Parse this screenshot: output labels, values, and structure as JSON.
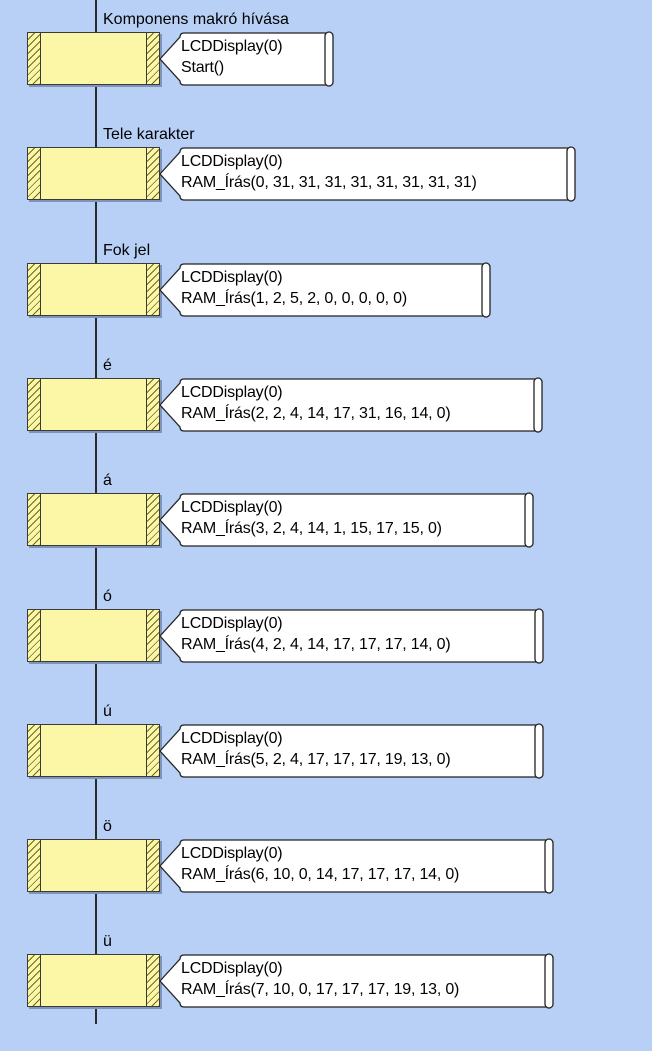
{
  "steps": [
    {
      "label": "Komponens makró hívása",
      "line1": "LCDDisplay(0)",
      "line2": "Start()"
    },
    {
      "label": "Tele karakter",
      "line1": "LCDDisplay(0)",
      "line2": "RAM_Írás(0, 31, 31, 31, 31, 31, 31, 31, 31)"
    },
    {
      "label": "Fok jel",
      "line1": "LCDDisplay(0)",
      "line2": "RAM_Írás(1, 2, 5, 2, 0, 0, 0, 0, 0)"
    },
    {
      "label": "é",
      "line1": "LCDDisplay(0)",
      "line2": "RAM_Írás(2, 2, 4, 14, 17, 31, 16, 14, 0)"
    },
    {
      "label": "á",
      "line1": "LCDDisplay(0)",
      "line2": "RAM_Írás(3, 2, 4, 14, 1, 15, 17, 15, 0)"
    },
    {
      "label": "ó",
      "line1": "LCDDisplay(0)",
      "line2": "RAM_Írás(4, 2, 4, 14, 17, 17, 17, 14, 0)"
    },
    {
      "label": "ú",
      "line1": "LCDDisplay(0)",
      "line2": "RAM_Írás(5, 2, 4, 17, 17, 17, 19, 13, 0)"
    },
    {
      "label": "ö",
      "line1": "LCDDisplay(0)",
      "line2": "RAM_Írás(6, 10, 0, 14, 17, 17, 17, 14, 0)"
    },
    {
      "label": "ü",
      "line1": "LCDDisplay(0)",
      "line2": "RAM_Írás(7, 10, 0, 17, 17, 17, 19, 13, 0)"
    }
  ],
  "colors": {
    "background": "#b8d0f6",
    "block_fill": "#fbf7a6",
    "comment_fill": "#ffffff"
  }
}
